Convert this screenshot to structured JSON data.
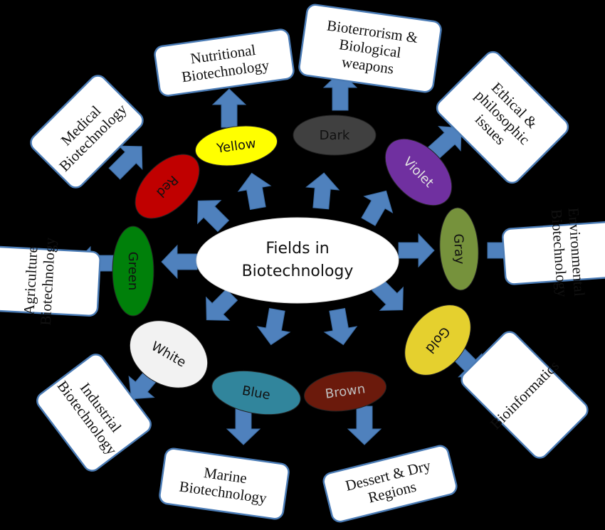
{
  "center": {
    "lines": [
      "Fields in",
      "Biotechnology"
    ]
  },
  "colors": {
    "arrow": "#4f81bd",
    "box_border": "#4a7bb5",
    "background": "#000000"
  },
  "fields": [
    {
      "id": "red",
      "label": "Red",
      "fill": "#c00000",
      "text_color": "#111111",
      "field_lines": [
        "Medical",
        "Biotechnology"
      ]
    },
    {
      "id": "yellow",
      "label": "Yellow",
      "fill": "#ffff00",
      "text_color": "#111111",
      "field_lines": [
        "Nutritional",
        "Biotechnology"
      ]
    },
    {
      "id": "dark",
      "label": "Dark",
      "fill": "#404040",
      "text_color": "#111111",
      "field_lines": [
        "Bioterrorism &",
        "Biological",
        "weapons"
      ]
    },
    {
      "id": "violet",
      "label": "Violet",
      "fill": "#7030a0",
      "text_color": "#e0e0e0",
      "field_lines": [
        "Ethical &",
        "philosophic",
        "issues"
      ]
    },
    {
      "id": "gray",
      "label": "Gray",
      "fill": "#76923c",
      "text_color": "#111111",
      "field_lines": [
        "Environmental",
        "Biotechnology"
      ]
    },
    {
      "id": "gold",
      "label": "Gold",
      "fill": "#e5d02e",
      "text_color": "#111111",
      "field_lines": [
        "Bioinformatics"
      ]
    },
    {
      "id": "brown",
      "label": "Brown",
      "fill": "#6b1a0c",
      "text_color": "#bfbfbf",
      "field_lines": [
        "Dessert & Dry",
        "Regions"
      ]
    },
    {
      "id": "blue",
      "label": "Blue",
      "fill": "#31859c",
      "text_color": "#111111",
      "field_lines": [
        "Marine",
        "Biotechnology"
      ]
    },
    {
      "id": "white",
      "label": "White",
      "fill": "#f2f2f2",
      "text_color": "#111111",
      "field_lines": [
        "Industrial",
        "Biotechnology"
      ]
    },
    {
      "id": "green",
      "label": "Green",
      "fill": "#00800a",
      "text_color": "#111111",
      "field_lines": [
        "Agriculture",
        "Biotechnology"
      ]
    }
  ]
}
